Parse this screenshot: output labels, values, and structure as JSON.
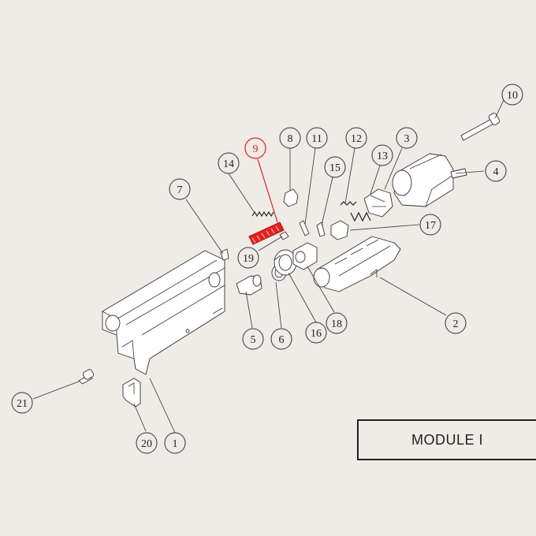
{
  "title": "MODULE I",
  "highlight_color": "#e8201c",
  "callouts": [
    {
      "id": "1",
      "label": "1"
    },
    {
      "id": "2",
      "label": "2"
    },
    {
      "id": "3",
      "label": "3"
    },
    {
      "id": "4",
      "label": "4"
    },
    {
      "id": "5",
      "label": "5"
    },
    {
      "id": "6",
      "label": "6"
    },
    {
      "id": "7",
      "label": "7"
    },
    {
      "id": "8",
      "label": "8"
    },
    {
      "id": "9",
      "label": "9",
      "highlighted": true
    },
    {
      "id": "10",
      "label": "10"
    },
    {
      "id": "11",
      "label": "11"
    },
    {
      "id": "12",
      "label": "12"
    },
    {
      "id": "13",
      "label": "13"
    },
    {
      "id": "14",
      "label": "14"
    },
    {
      "id": "15",
      "label": "15"
    },
    {
      "id": "16",
      "label": "16"
    },
    {
      "id": "17",
      "label": "17"
    },
    {
      "id": "18",
      "label": "18"
    },
    {
      "id": "19",
      "label": "19"
    },
    {
      "id": "20",
      "label": "20"
    },
    {
      "id": "21",
      "label": "21"
    }
  ]
}
